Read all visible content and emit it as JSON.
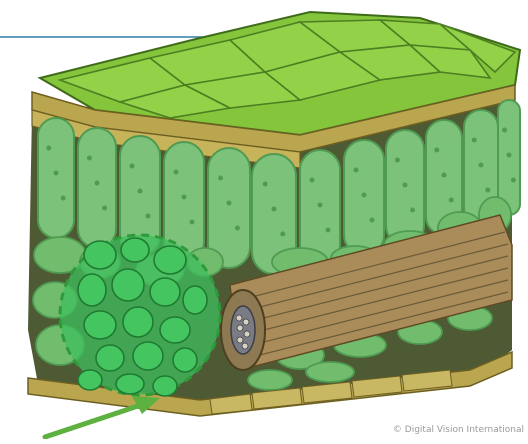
{
  "figure": {
    "subject": "leaf cross-section",
    "credit": "© Digital Vision International"
  },
  "colors": {
    "upper_epidermis": "#84c53c",
    "upper_epidermis_dark": "#5e9a26",
    "cuticle_tan": "#b9a64e",
    "palisade_cell": "#7dc27a",
    "palisade_dark": "#4f9b52",
    "spongy_cell": "#72bd6d",
    "vein_bundle": "#a98c5a",
    "vein_inner": "#7b7b85",
    "air_space": "#4d5a34",
    "magnifier_fill": "#3fbf5e",
    "magnifier_edge": "#2f9a3a",
    "pointer_arrow": "#5db140",
    "guide_line": "#2f7ea5"
  },
  "callouts": {
    "magnifier": "magnified-spongy-cells",
    "pointer": "green-arrow"
  }
}
